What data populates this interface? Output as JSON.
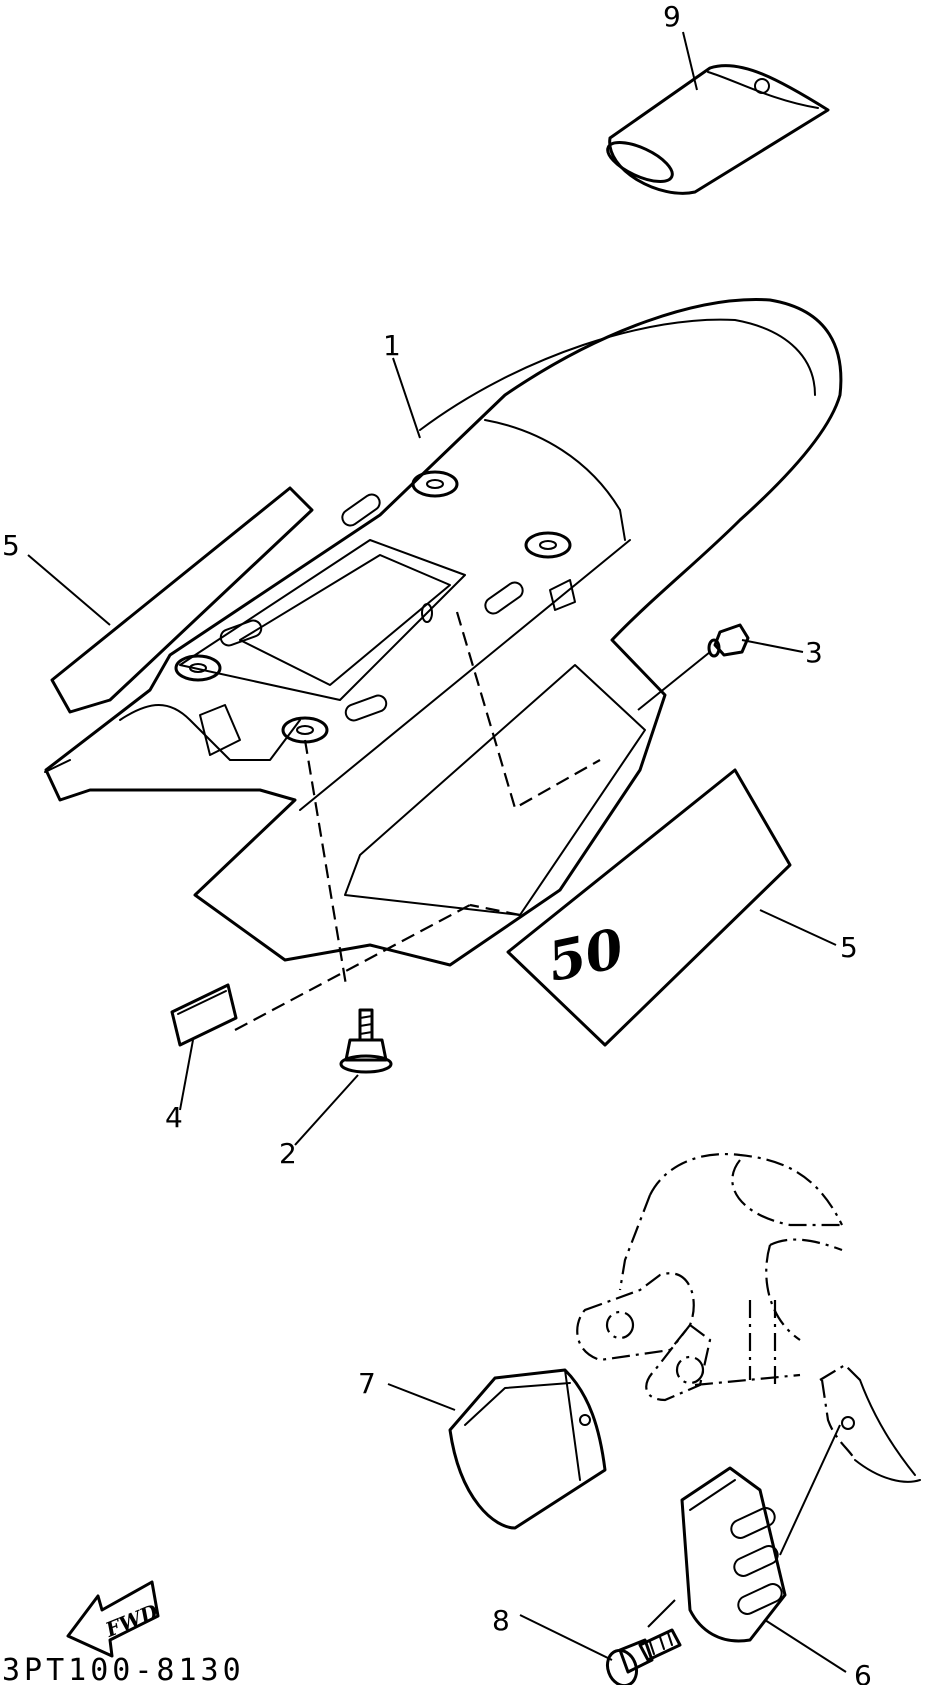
{
  "callouts": {
    "c1": "1",
    "c2": "2",
    "c3": "3",
    "c4": "4",
    "c5a": "5",
    "c5b": "5",
    "c6": "6",
    "c7": "7",
    "c8": "8",
    "c9": "9"
  },
  "decal_text": "50",
  "fwd_label": "FWD",
  "diagram_code": "3PT100-8130"
}
